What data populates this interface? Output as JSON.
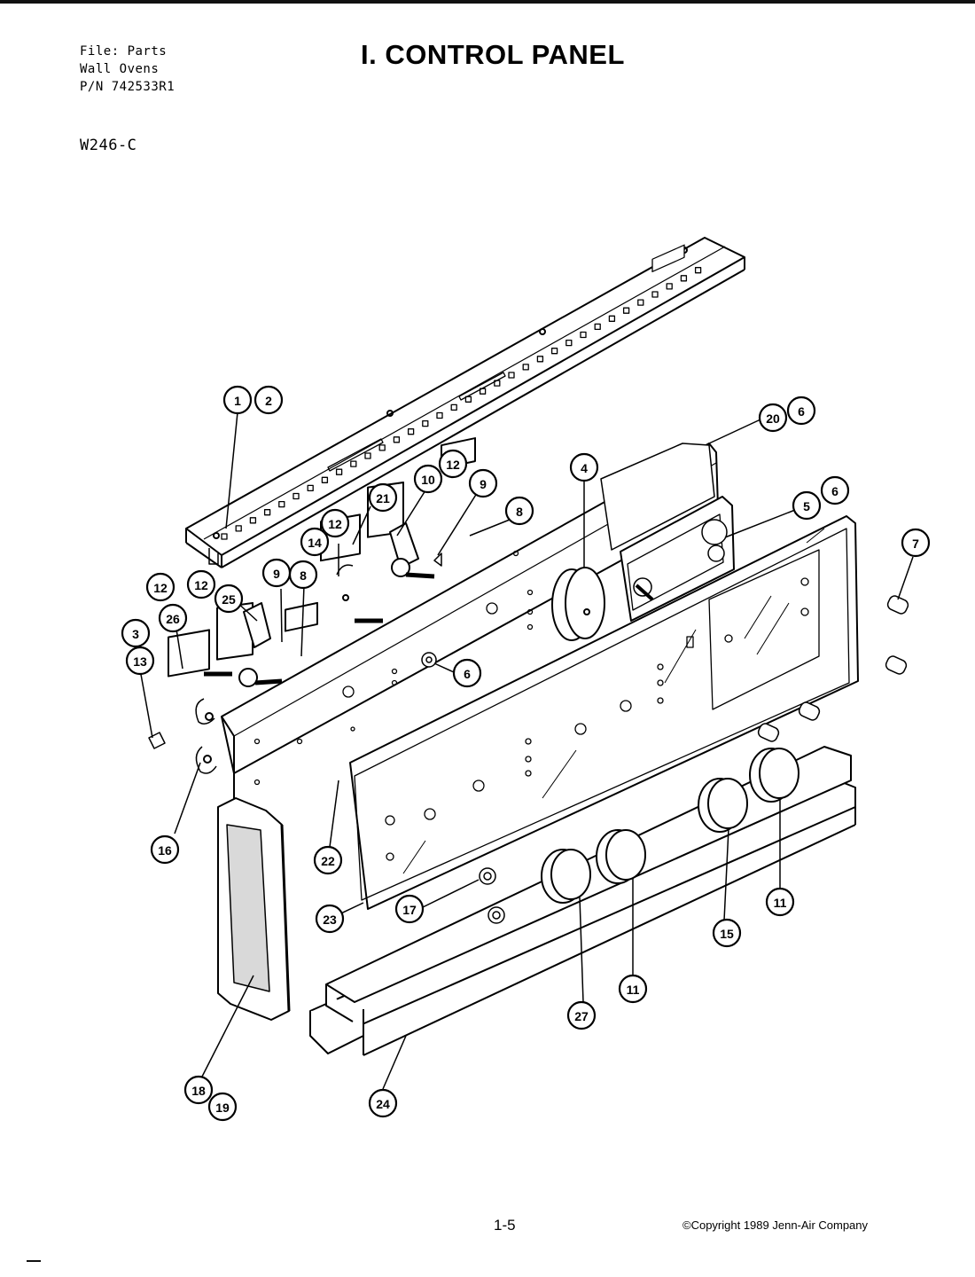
{
  "header": {
    "file_line": "File: Parts",
    "product_line": "Wall Ovens",
    "pn_line": "P/N 742533R1",
    "model": "W246-C",
    "title": "I. CONTROL PANEL"
  },
  "footer": {
    "page_number": "1-5",
    "copyright": "©Copyright 1989 Jenn-Air Company"
  },
  "callouts": [
    {
      "id": "c1",
      "label": "1"
    },
    {
      "id": "c2",
      "label": "2"
    },
    {
      "id": "c20",
      "label": "20"
    },
    {
      "id": "c6a",
      "label": "6"
    },
    {
      "id": "c4",
      "label": "4"
    },
    {
      "id": "c5",
      "label": "5"
    },
    {
      "id": "c6b",
      "label": "6"
    },
    {
      "id": "c10",
      "label": "10"
    },
    {
      "id": "c12a",
      "label": "12"
    },
    {
      "id": "c9a",
      "label": "9"
    },
    {
      "id": "c21",
      "label": "21"
    },
    {
      "id": "c12b",
      "label": "12"
    },
    {
      "id": "c8a",
      "label": "8"
    },
    {
      "id": "c14",
      "label": "14"
    },
    {
      "id": "c12c",
      "label": "12"
    },
    {
      "id": "c12d",
      "label": "12"
    },
    {
      "id": "c25",
      "label": "25"
    },
    {
      "id": "c9b",
      "label": "9"
    },
    {
      "id": "c8b",
      "label": "8"
    },
    {
      "id": "c26",
      "label": "26"
    },
    {
      "id": "c3",
      "label": "3"
    },
    {
      "id": "c13",
      "label": "13"
    },
    {
      "id": "c6c",
      "label": "6"
    },
    {
      "id": "c7",
      "label": "7"
    },
    {
      "id": "c16",
      "label": "16"
    },
    {
      "id": "c22",
      "label": "22"
    },
    {
      "id": "c23",
      "label": "23"
    },
    {
      "id": "c17",
      "label": "17"
    },
    {
      "id": "c27",
      "label": "27"
    },
    {
      "id": "c11a",
      "label": "11"
    },
    {
      "id": "c15",
      "label": "15"
    },
    {
      "id": "c11b",
      "label": "11"
    },
    {
      "id": "c18",
      "label": "18"
    },
    {
      "id": "c19",
      "label": "19"
    },
    {
      "id": "c24",
      "label": "24"
    }
  ]
}
